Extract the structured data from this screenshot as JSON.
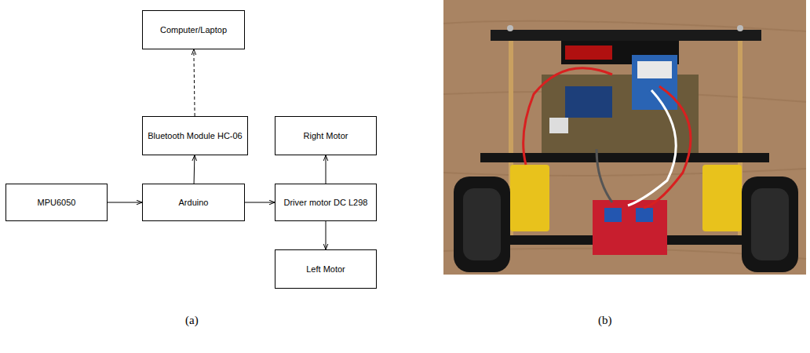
{
  "diagram": {
    "nodes": [
      {
        "text": [
          "Computer/Laptop"
        ]
      },
      {
        "text": [
          "Bluetooth Module HC-06"
        ]
      },
      {
        "text": [
          "Right Motor"
        ]
      },
      {
        "text": [
          "MPU6050"
        ]
      },
      {
        "text": [
          "Arduino"
        ]
      },
      {
        "text": [
          "Driver motor DC L298"
        ]
      },
      {
        "text": [
          "Left Motor"
        ]
      }
    ],
    "edges": [
      {
        "from": 3,
        "to": 4,
        "arrow": "to"
      },
      {
        "from": 4,
        "to": 1,
        "arrow": "to"
      },
      {
        "from": 1,
        "to": 0,
        "arrow": "to"
      },
      {
        "from": 4,
        "to": 5,
        "arrow": "to"
      },
      {
        "from": 5,
        "to": 2,
        "arrow": "to"
      },
      {
        "from": 5,
        "to": 6,
        "arrow": "to"
      }
    ],
    "labels": [
      "(a)",
      "(b)"
    ]
  }
}
